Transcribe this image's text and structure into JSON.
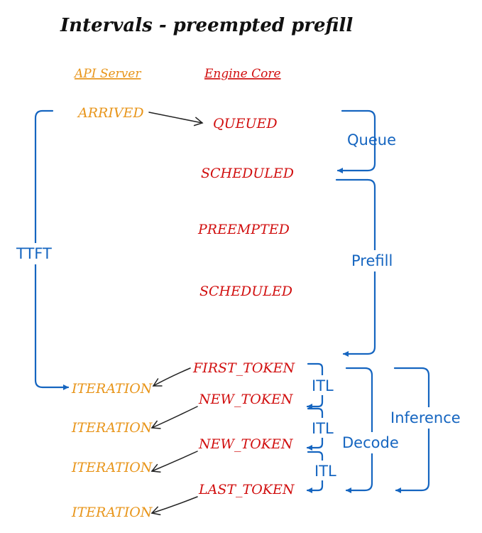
{
  "title": "Intervals - preempted prefill",
  "colors": {
    "api": "#e8951a",
    "engine": "#d10f0f",
    "interval": "#1565c0",
    "arrow": "#222222"
  },
  "columns": {
    "api_server": "API Server",
    "engine_core": "Engine Core"
  },
  "api_states": {
    "arrived": "ARRIVED",
    "iteration_1": "ITERATION",
    "iteration_2": "ITERATION",
    "iteration_3": "ITERATION",
    "iteration_4": "ITERATION"
  },
  "engine_states": {
    "queued": "QUEUED",
    "scheduled_1": "SCHEDULED",
    "preempted": "PREEMPTED",
    "scheduled_2": "SCHEDULED",
    "first_token": "FIRST_TOKEN",
    "new_token_1": "NEW_TOKEN",
    "new_token_2": "NEW_TOKEN",
    "last_token": "LAST_TOKEN"
  },
  "intervals": {
    "ttft": "TTFT",
    "queue": "Queue",
    "prefill": "Prefill",
    "itl_1": "ITL",
    "itl_2": "ITL",
    "itl_3": "ITL",
    "decode": "Decode",
    "inference": "Inference"
  }
}
